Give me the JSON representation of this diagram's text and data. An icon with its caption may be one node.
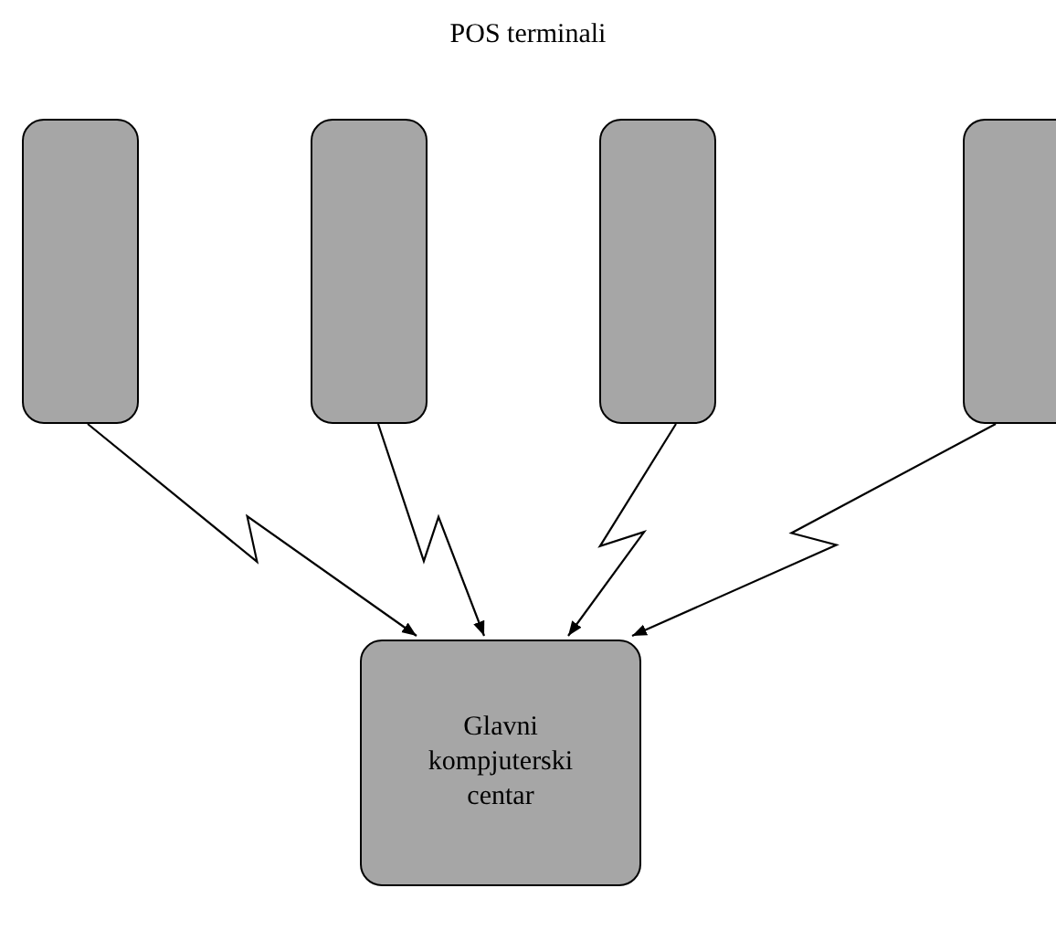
{
  "diagram": {
    "title": "POS terminali",
    "nodes": [
      {
        "text": [],
        "shape": "box"
      },
      {
        "text": [],
        "shape": "box"
      },
      {
        "text": [],
        "shape": "box"
      },
      {
        "text": [],
        "shape": "box"
      },
      {
        "text": [
          "Glavni kompjuterski centar"
        ]
      }
    ],
    "edges": [
      {
        "from": 0,
        "to": 4,
        "arrow": "to"
      },
      {
        "from": 1,
        "to": 4,
        "arrow": "to"
      },
      {
        "from": 2,
        "to": 4,
        "arrow": "to"
      },
      {
        "from": 3,
        "to": 4,
        "arrow": "to"
      }
    ]
  }
}
